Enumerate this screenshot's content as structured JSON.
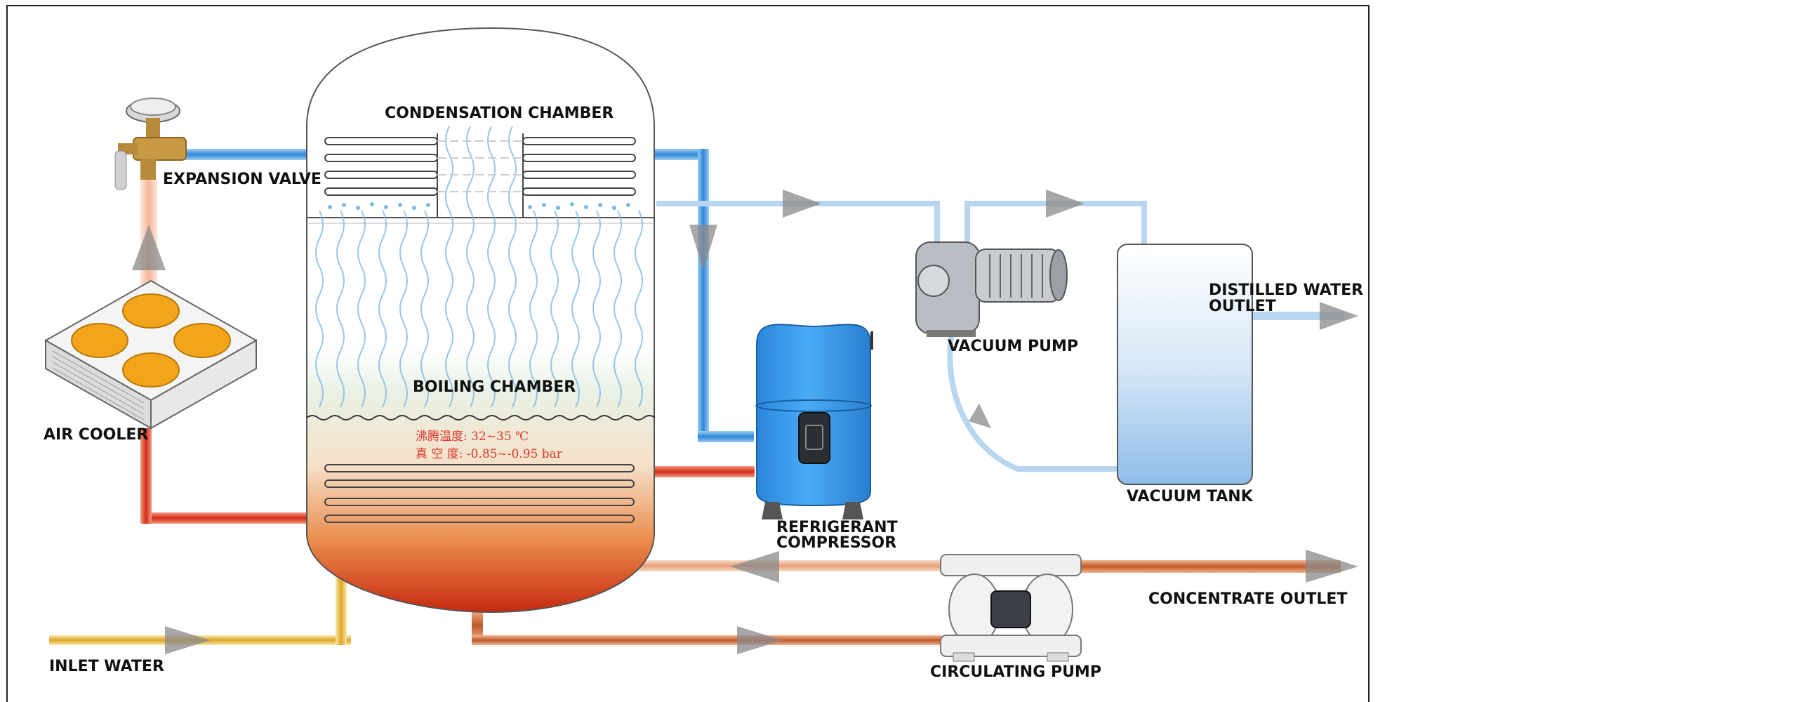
{
  "labels": {
    "condensation_chamber": "CONDENSATION CHAMBER",
    "expansion_valve": "EXPANSION VALVE",
    "boiling_chamber": "BOILING CHAMBER",
    "air_cooler": "AIR COOLER",
    "vacuum_pump": "VACUUM PUMP",
    "distilled_water_outlet_line1": "DISTILLED WATER",
    "distilled_water_outlet_line2": "OUTLET",
    "vacuum_tank": "VACUUM TANK",
    "refrigerant_compressor_line1": "REFRIGERANT",
    "refrigerant_compressor_line2": "COMPRESSOR",
    "concentrate_outlet": "CONCENTRATE OUTLET",
    "circulating_pump": "CIRCULATING PUMP",
    "inlet_water": "INLET WATER"
  },
  "annotations": {
    "boiling_temperature": "沸腾温度: 32~35 ℃",
    "vacuum_degree": "真 空 度: -0.85~-0.95 bar"
  },
  "colors": {
    "cold_pipe": "#3a8fd8",
    "hot_pipe": "#d83a2a",
    "warm_pipe": "#e8a870",
    "copper_pipe": "#c9653a",
    "inlet_pipe": "#e8b83a",
    "vapor_pipe": "#bcd8f0",
    "compressor": "#3fa0f0",
    "fan": "#f2a51a"
  }
}
